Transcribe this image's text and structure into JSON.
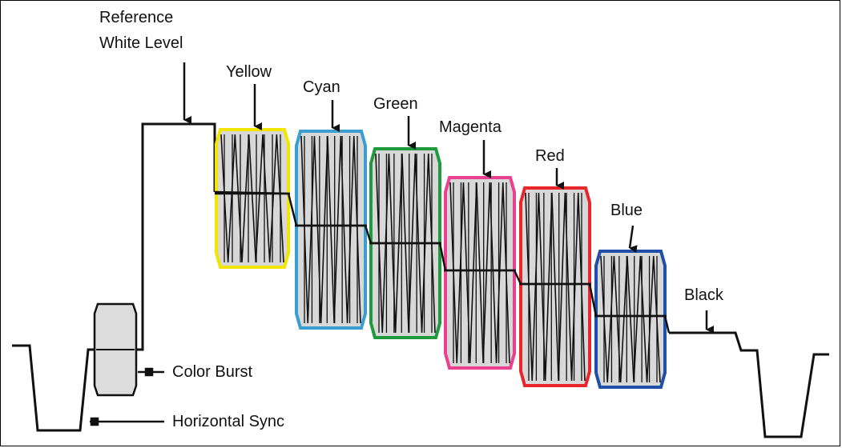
{
  "labels": {
    "reference_white_line1": "Reference",
    "reference_white_line2": "White Level",
    "yellow": "Yellow",
    "cyan": "Cyan",
    "green": "Green",
    "magenta": "Magenta",
    "red": "Red",
    "blue": "Blue",
    "black": "Black",
    "color_burst": "Color Burst",
    "horizontal_sync": "Horizontal Sync"
  },
  "colors": {
    "yellow": "#f2e600",
    "cyan": "#3a9fd0",
    "green": "#1f9a3c",
    "magenta": "#e9408f",
    "red": "#e8262b",
    "blue": "#1f4fa6",
    "fill": "#d8d8d8",
    "burst_fill": "#dcdcdc",
    "line": "#111111"
  },
  "bars": [
    {
      "name": "yellow",
      "label": "Yellow"
    },
    {
      "name": "cyan",
      "label": "Cyan"
    },
    {
      "name": "green",
      "label": "Green"
    },
    {
      "name": "magenta",
      "label": "Magenta"
    },
    {
      "name": "red",
      "label": "Red"
    },
    {
      "name": "blue",
      "label": "Blue"
    }
  ]
}
